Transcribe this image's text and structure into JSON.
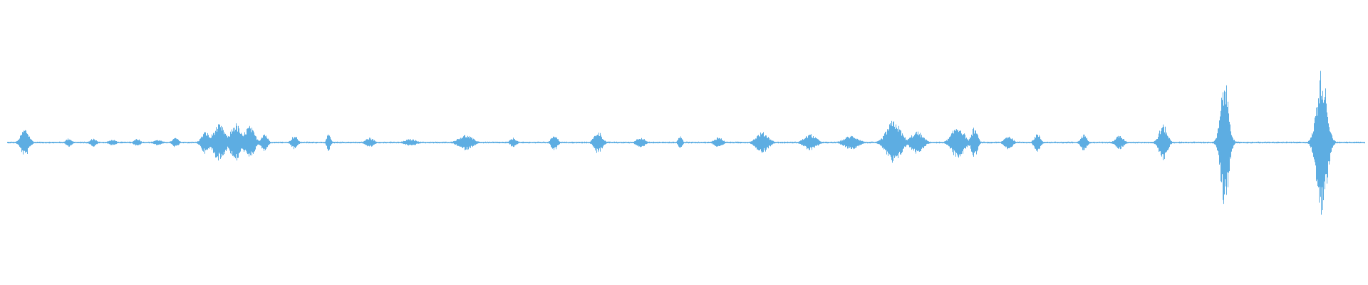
{
  "waveform": {
    "color": "#5DADE2",
    "baseline_amplitude": 0.006,
    "events": [
      {
        "center": 0.018,
        "width": 0.004,
        "amplitude": 0.1
      },
      {
        "center": 0.05,
        "width": 0.003,
        "amplitude": 0.03
      },
      {
        "center": 0.068,
        "width": 0.003,
        "amplitude": 0.03
      },
      {
        "center": 0.082,
        "width": 0.004,
        "amplitude": 0.02
      },
      {
        "center": 0.1,
        "width": 0.003,
        "amplitude": 0.03
      },
      {
        "center": 0.115,
        "width": 0.004,
        "amplitude": 0.02
      },
      {
        "center": 0.128,
        "width": 0.003,
        "amplitude": 0.035
      },
      {
        "center": 0.15,
        "width": 0.004,
        "amplitude": 0.08
      },
      {
        "center": 0.16,
        "width": 0.006,
        "amplitude": 0.13
      },
      {
        "center": 0.172,
        "width": 0.005,
        "amplitude": 0.14
      },
      {
        "center": 0.182,
        "width": 0.005,
        "amplitude": 0.12
      },
      {
        "center": 0.193,
        "width": 0.003,
        "amplitude": 0.07
      },
      {
        "center": 0.215,
        "width": 0.003,
        "amplitude": 0.05
      },
      {
        "center": 0.24,
        "width": 0.002,
        "amplitude": 0.06
      },
      {
        "center": 0.27,
        "width": 0.004,
        "amplitude": 0.035
      },
      {
        "center": 0.3,
        "width": 0.006,
        "amplitude": 0.025
      },
      {
        "center": 0.34,
        "width": 0.007,
        "amplitude": 0.055
      },
      {
        "center": 0.375,
        "width": 0.003,
        "amplitude": 0.035
      },
      {
        "center": 0.405,
        "width": 0.003,
        "amplitude": 0.06
      },
      {
        "center": 0.437,
        "width": 0.004,
        "amplitude": 0.08
      },
      {
        "center": 0.468,
        "width": 0.004,
        "amplitude": 0.04
      },
      {
        "center": 0.497,
        "width": 0.002,
        "amplitude": 0.05
      },
      {
        "center": 0.525,
        "width": 0.004,
        "amplitude": 0.04
      },
      {
        "center": 0.557,
        "width": 0.006,
        "amplitude": 0.075
      },
      {
        "center": 0.592,
        "width": 0.006,
        "amplitude": 0.06
      },
      {
        "center": 0.622,
        "width": 0.007,
        "amplitude": 0.05
      },
      {
        "center": 0.653,
        "width": 0.007,
        "amplitude": 0.16
      },
      {
        "center": 0.67,
        "width": 0.006,
        "amplitude": 0.08
      },
      {
        "center": 0.7,
        "width": 0.006,
        "amplitude": 0.12
      },
      {
        "center": 0.712,
        "width": 0.003,
        "amplitude": 0.11
      },
      {
        "center": 0.737,
        "width": 0.004,
        "amplitude": 0.05
      },
      {
        "center": 0.758,
        "width": 0.003,
        "amplitude": 0.065
      },
      {
        "center": 0.792,
        "width": 0.003,
        "amplitude": 0.06
      },
      {
        "center": 0.818,
        "width": 0.004,
        "amplitude": 0.05
      },
      {
        "center": 0.85,
        "width": 0.004,
        "amplitude": 0.13
      },
      {
        "center": 0.895,
        "width": 0.004,
        "amplitude": 0.45
      },
      {
        "center": 0.966,
        "width": 0.005,
        "amplitude": 0.53
      }
    ]
  }
}
